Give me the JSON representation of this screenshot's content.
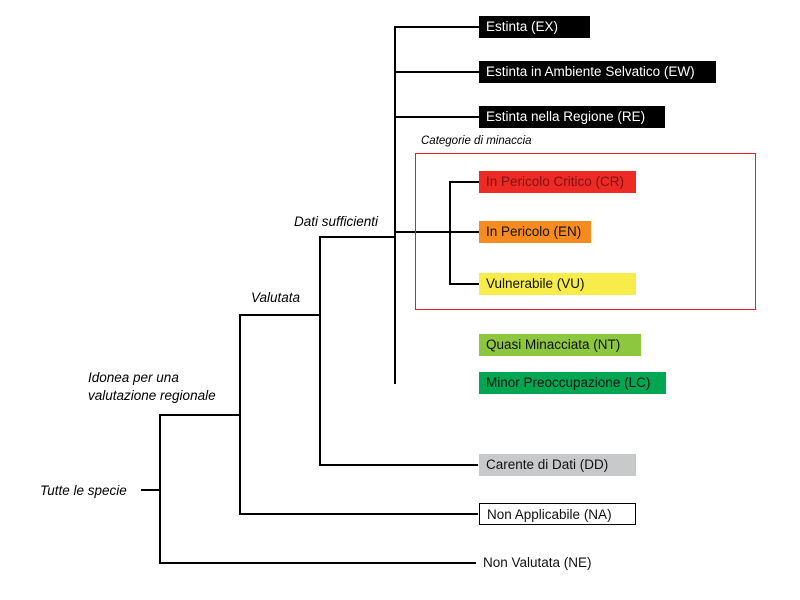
{
  "tree": {
    "root_label": "Tutte le specie",
    "branch_labels": {
      "regional_line1": "Idonea per una",
      "regional_line2": "valutazione regionale",
      "evaluated": "Valutata",
      "data_sufficient": "Dati sufficienti"
    },
    "threat_group": {
      "label": "Categorie di minaccia",
      "border_color": "#ed1c24"
    },
    "line_color": "#000000",
    "nodes": [
      {
        "code": "EX",
        "label": "Estinta (EX)",
        "bg": "#000000",
        "fg": "#ffffff"
      },
      {
        "code": "EW",
        "label": "Estinta in Ambiente Selvatico (EW)",
        "bg": "#000000",
        "fg": "#ffffff"
      },
      {
        "code": "RE",
        "label": "Estinta nella Regione (RE)",
        "bg": "#000000",
        "fg": "#ffffff"
      },
      {
        "code": "CR",
        "label": "In Pericolo Critico (CR)",
        "bg": "#ee2a24",
        "fg": "#7c1315"
      },
      {
        "code": "EN",
        "label": "In Pericolo (EN)",
        "bg": "#f68b1f",
        "fg": "#111111"
      },
      {
        "code": "VU",
        "label": "Vulnerabile (VU)",
        "bg": "#f7ec49",
        "fg": "#111111"
      },
      {
        "code": "NT",
        "label": "Quasi Minacciata (NT)",
        "bg": "#8dc63f",
        "fg": "#111111"
      },
      {
        "code": "LC",
        "label": "Minor Preoccupazione (LC)",
        "bg": "#00a651",
        "fg": "#111111"
      },
      {
        "code": "DD",
        "label": "Carente di Dati (DD)",
        "bg": "#c8c9cb",
        "fg": "#111111"
      },
      {
        "code": "NA",
        "label": "Non Applicabile (NA)",
        "bg": "#ffffff",
        "fg": "#111111"
      },
      {
        "code": "NE",
        "label": "Non Valutata (NE)",
        "bg": "",
        "fg": "#111111"
      }
    ]
  }
}
